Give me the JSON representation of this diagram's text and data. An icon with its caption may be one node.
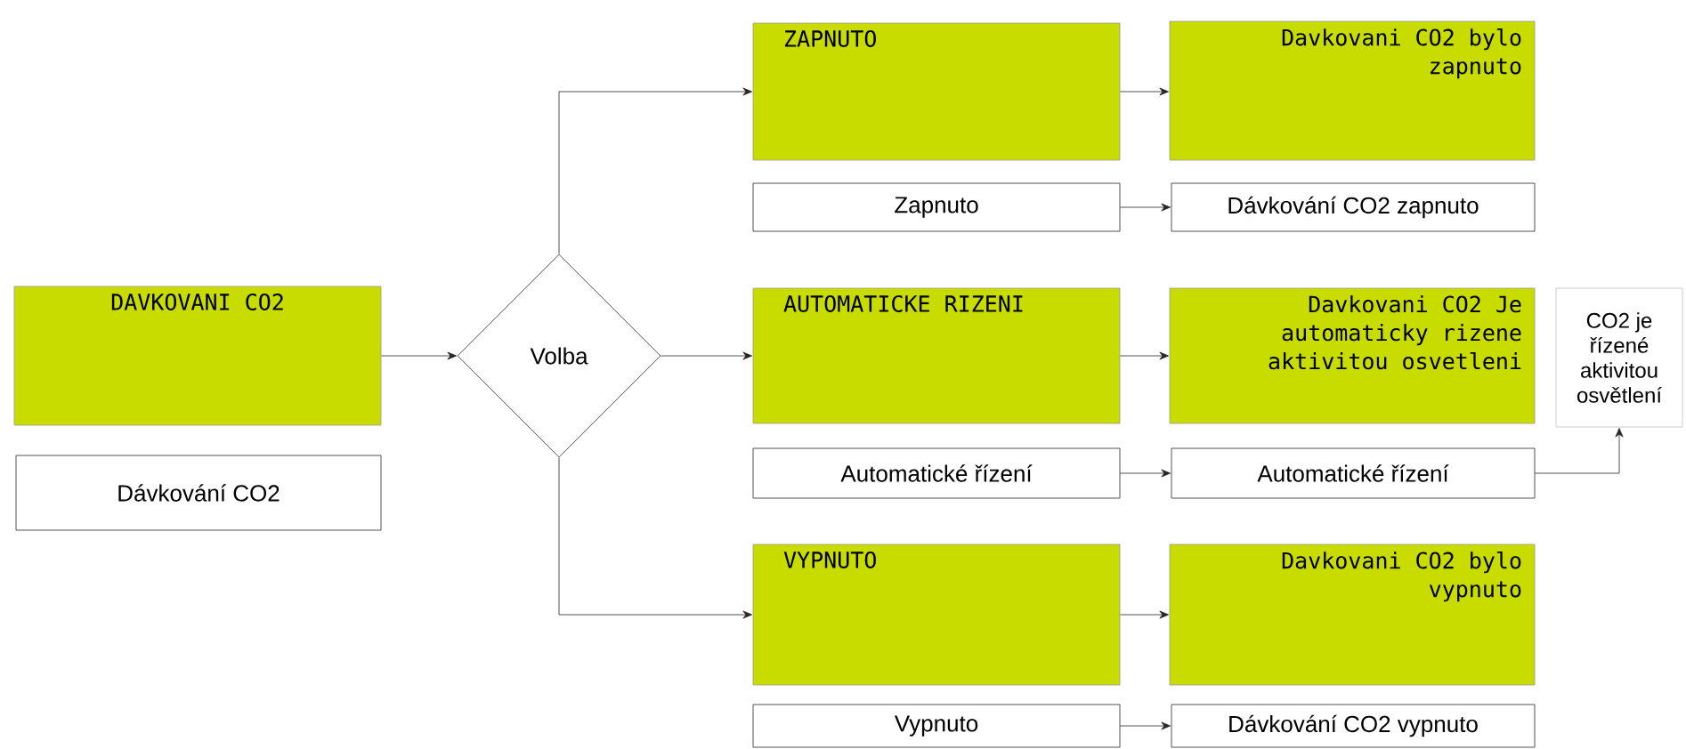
{
  "diagram": {
    "nodes": [
      {
        "text": [
          "DAVKOVANI CO2"
        ]
      },
      {
        "text": [
          "Dávkování CO2"
        ]
      },
      {
        "text": [
          "Volba"
        ]
      },
      {
        "text": [
          "ZAPNUTO"
        ]
      },
      {
        "text": [
          "Davkovani CO2 bylo zapnuto"
        ]
      },
      {
        "text": [
          "Zapnuto"
        ]
      },
      {
        "text": [
          "Dávkování CO2 zapnuto"
        ]
      },
      {
        "text": [
          "AUTOMATICKE RIZENI"
        ]
      },
      {
        "text": [
          "Davkovani CO2 Je automaticky rizene aktivitou osvetleni"
        ]
      },
      {
        "text": [
          "CO2 je řízené aktivitou osvětlení"
        ]
      },
      {
        "text": [
          "Automatické řízení"
        ]
      },
      {
        "text": [
          "Automatické řízení"
        ]
      },
      {
        "text": [
          "VYPNUTO"
        ]
      },
      {
        "text": [
          "Davkovani CO2 bylo vypnuto"
        ]
      },
      {
        "text": [
          "Vypnuto"
        ]
      },
      {
        "text": [
          "Dávkování CO2 vypnuto"
        ]
      }
    ],
    "edges": [
      {
        "from": 0,
        "to": 2,
        "arrow": "to"
      },
      {
        "from": 2,
        "to": 3,
        "arrow": "to"
      },
      {
        "from": 2,
        "to": 7,
        "arrow": "to"
      },
      {
        "from": 2,
        "to": 12,
        "arrow": "to"
      },
      {
        "from": 3,
        "to": 4,
        "arrow": "to"
      },
      {
        "from": 5,
        "to": 6,
        "arrow": "to"
      },
      {
        "from": 7,
        "to": 8,
        "arrow": "to"
      },
      {
        "from": 10,
        "to": 11,
        "arrow": "to"
      },
      {
        "from": 11,
        "to": 9,
        "arrow": "to"
      },
      {
        "from": 12,
        "to": 13,
        "arrow": "to"
      },
      {
        "from": 14,
        "to": 15,
        "arrow": "to"
      }
    ]
  }
}
